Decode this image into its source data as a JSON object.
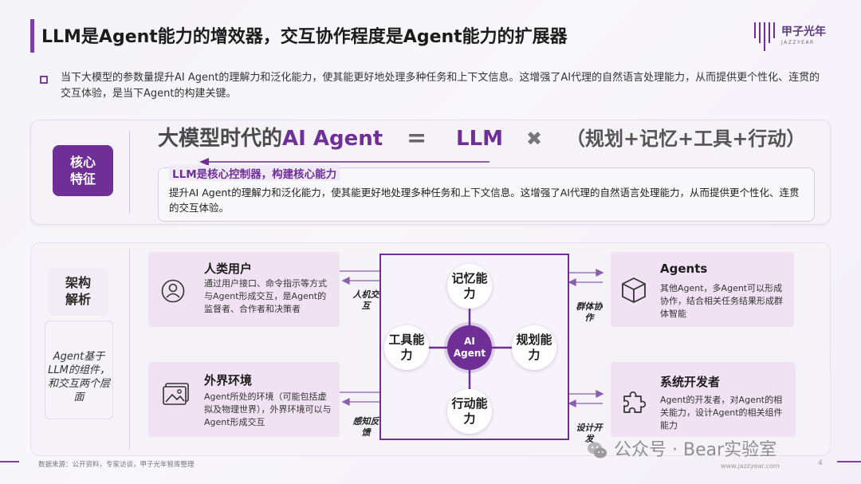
{
  "header": {
    "title": "LLM是Agent能力的增效器，交互协作程度是Agent能力的扩展器",
    "brand_name": "甲子光年",
    "brand_sub": "JAZZYEAR"
  },
  "intro": "当下大模型的参数量提升AI Agent的理解力和泛化能力，使其能更好地处理多种任务和上下文信息。这增强了AI代理的自然语言处理能力，从而提供更个性化、连贯的交互体验，是当下Agent的构建关键。",
  "core": {
    "badge_line1": "核心",
    "badge_line2": "特征",
    "formula_prefix": "大模型时代的",
    "formula_accent": "AI Agent",
    "formula_eq": "=",
    "formula_llm": "LLM",
    "formula_x": "✖",
    "formula_tail": "（规划+记忆+工具+行动）",
    "llm_tag": "LLM是核心控制器，构建核心能力",
    "llm_desc": "提升AI Agent的理解力和泛化能力，使其能更好地处理多种任务和上下文信息。这增强了AI代理的自然语言处理能力，从而提供更个性化、连贯的交互体验。"
  },
  "arch": {
    "badge_line1": "架构",
    "badge_line2": "解析",
    "note": "Agent基于LLM的组件，和交互两个层面",
    "cards": {
      "human": {
        "title": "人类用户",
        "text": "通过用户接口、命令指示等方式与Agent形成交互，是Agent的监督者、合作者和决策者",
        "icon": "user-icon"
      },
      "env": {
        "title": "外界环境",
        "text": "Agent所处的环境（可能包括虚拟及物理世界），外界环境可以与Agent形成交互",
        "icon": "image-icon"
      },
      "agents": {
        "title": "Agents",
        "text": "其他Agent，多Agent可以形成协作，结合相关任务结果形成群体智能",
        "icon": "cube-icon"
      },
      "dev": {
        "title": "系统开发者",
        "text": "Agent的开发者，对Agent的相关能力，设计Agent的相关组件能力",
        "icon": "puzzle-icon"
      }
    },
    "nodes": {
      "memory": "记忆能力",
      "plan": "规划能力",
      "tool": "工具能力",
      "action": "行动能力",
      "center_line1": "AI",
      "center_line2": "Agent"
    },
    "labels": {
      "human_interact": "人机交互",
      "perceive": "感知反馈",
      "group": "群体协作",
      "design": "设计开发"
    }
  },
  "footer": {
    "source": "数据来源：公开资料，专家访谈，甲子光年智库整理",
    "watermark": "公众号 · Bear实验室",
    "site": "www.jazzyear.com",
    "page": "4"
  }
}
